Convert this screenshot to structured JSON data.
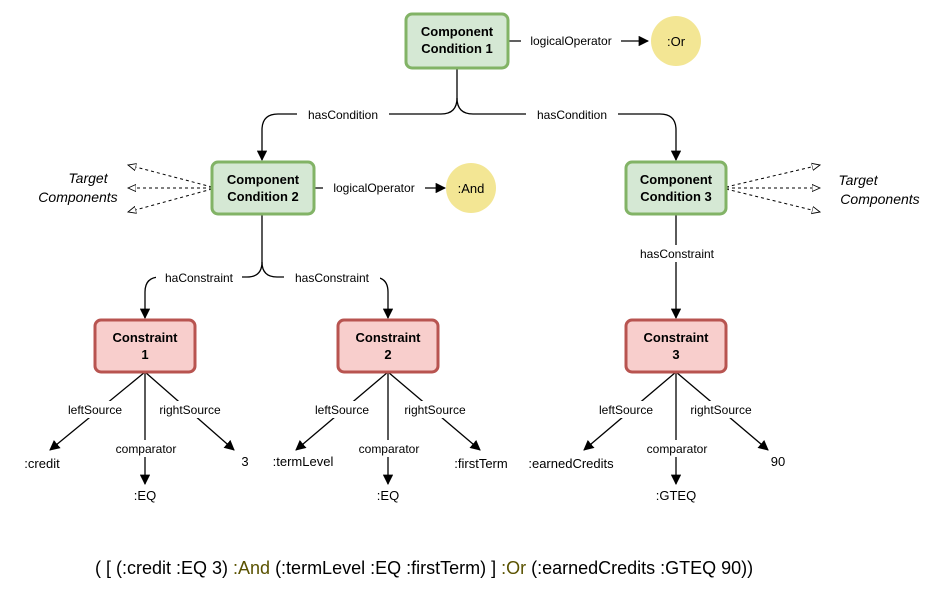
{
  "nodes": {
    "cc1": {
      "line1": "Component",
      "line2": "Condition 1"
    },
    "cc2": {
      "line1": "Component",
      "line2": "Condition 2"
    },
    "cc3": {
      "line1": "Component",
      "line2": "Condition 3"
    },
    "c1": {
      "line1": "Constraint",
      "line2": "1"
    },
    "c2": {
      "line1": "Constraint",
      "line2": "2"
    },
    "c3": {
      "line1": "Constraint",
      "line2": "3"
    }
  },
  "operators": {
    "or": ":Or",
    "and": ":And"
  },
  "edges": {
    "logicalOperator1": "logicalOperator",
    "logicalOperator2": "logicalOperator",
    "hasCondition_left": "hasCondition",
    "hasCondition_right": "hasCondition",
    "haConstraint": "haConstraint",
    "hasConstraint2": "hasConstraint",
    "hasConstraint3": "hasConstraint",
    "c1_left": "leftSource",
    "c1_mid": "comparator",
    "c1_right": "rightSource",
    "c2_left": "leftSource",
    "c2_mid": "comparator",
    "c2_right": "rightSource",
    "c3_left": "leftSource",
    "c3_mid": "comparator",
    "c3_right": "rightSource"
  },
  "leaves": {
    "c1_left": ":credit",
    "c1_mid": ":EQ",
    "c1_right": "3",
    "c2_left": ":termLevel",
    "c2_mid": ":EQ",
    "c2_right": ":firstTerm",
    "c3_left": ":earnedCredits",
    "c3_mid": ":GTEQ",
    "c3_right": "90"
  },
  "targets": {
    "left": {
      "line1": "Target",
      "line2": "Components"
    },
    "right": {
      "line1": "Target",
      "line2": "Components"
    }
  },
  "formula": {
    "p1": "( [ (:credit :EQ 3) ",
    "op1": ":And",
    "p2": " (:termLevel :EQ :firstTerm) ] ",
    "op2": ":Or",
    "p3": " (:earnedCredits :GTEQ 90))"
  },
  "colors": {
    "component_fill": "#d5e8d4",
    "component_stroke": "#82b366",
    "constraint_fill": "#f8cecc",
    "constraint_stroke": "#b85450",
    "operator_fill": "#f3e694"
  }
}
